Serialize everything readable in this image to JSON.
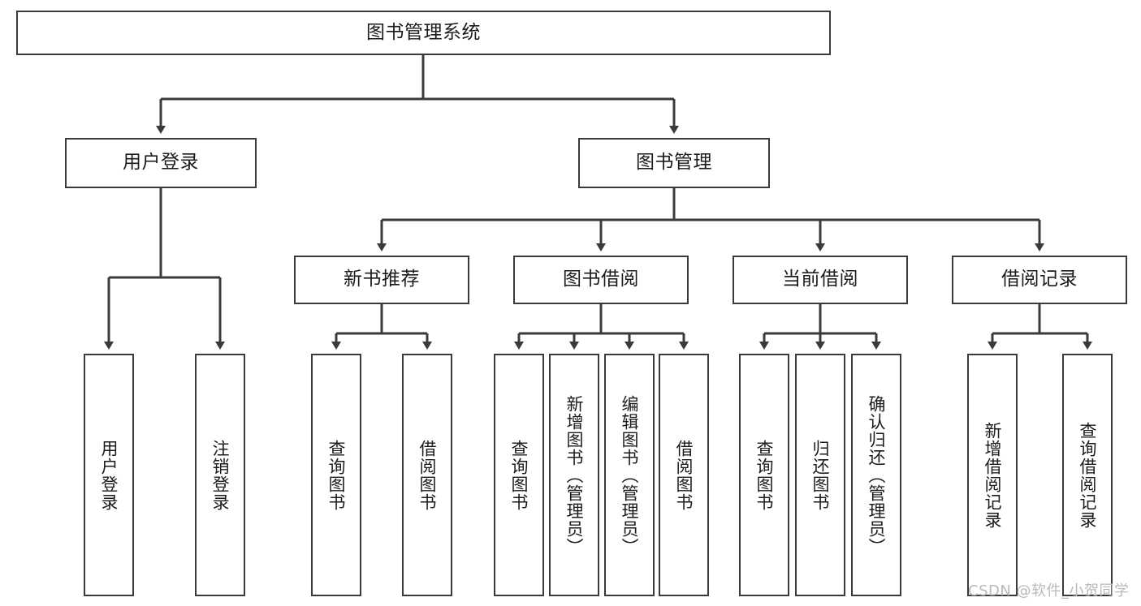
{
  "diagram": {
    "type": "tree",
    "title": "图书管理系统",
    "watermark": "CSDN @软件_小贺同学",
    "colors": {
      "box_border": "#3a3a3a",
      "box_fill": "#ffffff",
      "connector": "#3a3a3a",
      "text": "#1b1b1b",
      "watermark": "#b9b9b9"
    },
    "root": {
      "label": "图书管理系统"
    },
    "level2": [
      {
        "label": "用户登录"
      },
      {
        "label": "图书管理"
      }
    ],
    "level3": [
      {
        "label": "新书推荐"
      },
      {
        "label": "图书借阅"
      },
      {
        "label": "当前借阅"
      },
      {
        "label": "借阅记录"
      }
    ],
    "leaves": {
      "user_login": [
        {
          "label": "用户登录"
        },
        {
          "label": "注销登录"
        }
      ],
      "new_book_recommend": [
        {
          "label": "查询图书"
        },
        {
          "label": "借阅图书"
        }
      ],
      "book_borrow": [
        {
          "label": "查询图书"
        },
        {
          "label": "新增图书（管理员）"
        },
        {
          "label": "编辑图书（管理员）"
        },
        {
          "label": "借阅图书"
        }
      ],
      "current_borrow": [
        {
          "label": "查询图书"
        },
        {
          "label": "归还图书"
        },
        {
          "label": "确认归还（管理员）"
        }
      ],
      "borrow_record": [
        {
          "label": "新增借阅记录"
        },
        {
          "label": "查询借阅记录"
        }
      ]
    }
  }
}
